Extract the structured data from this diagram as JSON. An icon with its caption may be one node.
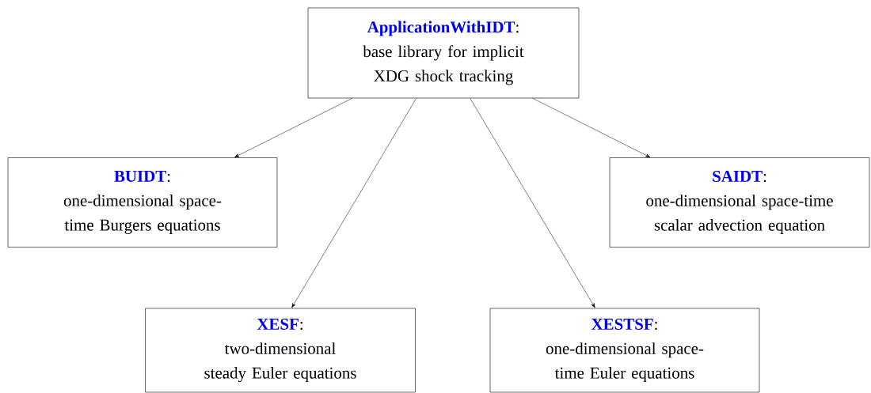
{
  "diagram": {
    "nodes": [
      {
        "text": [
          "**ApplicationWithIDT**:",
          "base library for implicit XDG shock tracking"
        ]
      },
      {
        "text": [
          "**BUIDT**:",
          "one-dimensional space-time Burgers equations"
        ]
      },
      {
        "text": [
          "**SAIDT**:",
          "one-dimensional space-time scalar advection equation"
        ]
      },
      {
        "text": [
          "**XESF**:",
          "two-dimensional steady Euler equations"
        ]
      },
      {
        "text": [
          "**XESTSF**:",
          "one-dimensional space-time Euler equations"
        ]
      }
    ],
    "edges": [
      {
        "from": 0,
        "to": 1,
        "arrow": "to"
      },
      {
        "from": 0,
        "to": 3,
        "arrow": "to"
      },
      {
        "from": 0,
        "to": 4,
        "arrow": "to"
      },
      {
        "from": 0,
        "to": 2,
        "arrow": "to"
      }
    ]
  }
}
